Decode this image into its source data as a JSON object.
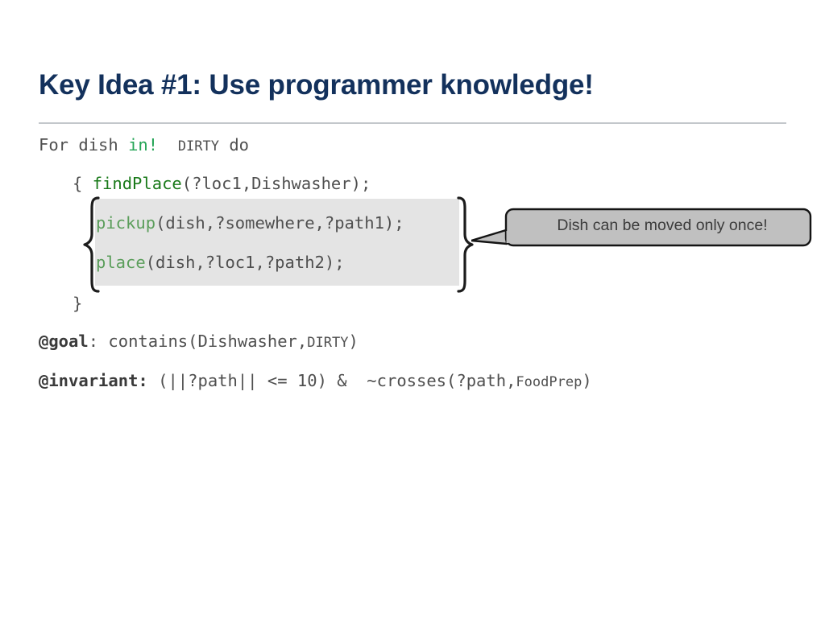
{
  "slide": {
    "title": "Key Idea #1: Use programmer knowledge!"
  },
  "code": {
    "for_line": {
      "prefix": "For dish ",
      "keyword": "in!",
      "gap": "  ",
      "constant": "DIRTY",
      "suffix": " do"
    },
    "find_line": {
      "prefix": "{ ",
      "fn": "findPlace",
      "args": "(?loc1,Dishwasher);"
    },
    "pickup_line": {
      "fn": "pickup",
      "args": "(dish,?somewhere,?path1);"
    },
    "place_line": {
      "fn": "place",
      "args": "(dish,?loc1,?path2);"
    },
    "close_brace": "}",
    "goal_line": {
      "tag": "@goal",
      "body": ": contains(Dishwasher,",
      "constant": "DIRTY",
      "suffix": ")"
    },
    "invariant_line": {
      "tag": "@invariant:",
      "body": " (||?path|| <= 10) &  ~crosses(?path,",
      "constant": "FoodPrep",
      "suffix": ")"
    }
  },
  "callout": {
    "text": "Dish can be moved only once!"
  },
  "colors": {
    "title": "#13315c",
    "rule": "#c3c7cb",
    "code_text": "#4f4f4f",
    "keyword_green": "#23a455",
    "function_green": "#1a7a1a",
    "function_green_muted": "#5b9e5b",
    "highlight_bg": "#e4e4e4",
    "callout_fill": "#c0c0c0",
    "callout_border": "#1a1a1a",
    "callout_text": "#3b3b3b",
    "page_bg": "#ffffff"
  }
}
